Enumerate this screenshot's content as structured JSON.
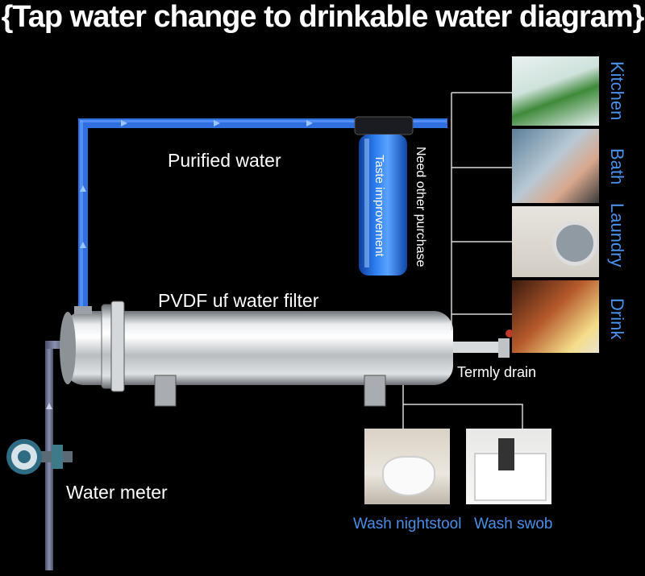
{
  "title": "{Tap water change to drinkable water diagram}",
  "labels": {
    "purified_water": "Purified water",
    "uf_filter": "PVDF uf water filter",
    "taste_improvement": "Taste improvement",
    "need_other_purchase": "Need other purchase",
    "termly_drain": "Termly drain",
    "water_meter": "Water meter"
  },
  "uses": [
    {
      "label": "Kitchen",
      "icon": "kitchen-photo"
    },
    {
      "label": "Bath",
      "icon": "shower-photo"
    },
    {
      "label": "Laundry",
      "icon": "washing-machine-photo"
    },
    {
      "label": "Drink",
      "icon": "teapot-photo"
    }
  ],
  "drain_uses": [
    {
      "label": "Wash nightstool",
      "icon": "toilet-photo"
    },
    {
      "label": "Wash swob",
      "icon": "toilet-tank-photo"
    }
  ],
  "colors": {
    "background": "#000000",
    "pipe_blue": "#2f6fe0",
    "label_blue": "#4a8fe8",
    "steel": "#c9ccd0"
  }
}
